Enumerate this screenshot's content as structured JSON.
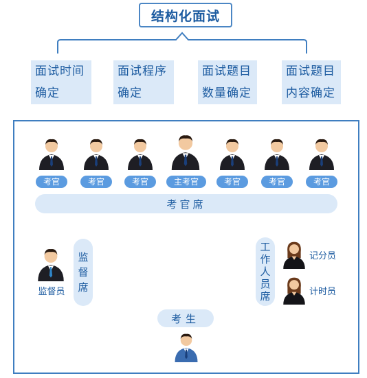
{
  "title": "结构化面试",
  "criteria": [
    {
      "line1": "面试时间",
      "line2": "确定"
    },
    {
      "line1": "面试程序",
      "line2": "确定"
    },
    {
      "line1": "面试题目",
      "line2": "数量确定"
    },
    {
      "line1": "面试题目",
      "line2": "内容确定"
    }
  ],
  "examiners": [
    "考官",
    "考官",
    "考官",
    "主考官",
    "考官",
    "考官",
    "考官"
  ],
  "examiner_seat": "考官席",
  "supervisor": {
    "seat_chars": [
      "监",
      "督",
      "席"
    ],
    "label": "监督员"
  },
  "staff": {
    "seat_chars": [
      "工",
      "作",
      "人",
      "员",
      "席"
    ],
    "recorder": "记分员",
    "timer": "计时员"
  },
  "candidate_seat": "考生",
  "colors": {
    "primary": "#1c5ba0",
    "pill": "#5b9be0",
    "light": "#dbe9f8",
    "frame": "#3f7ec0"
  }
}
